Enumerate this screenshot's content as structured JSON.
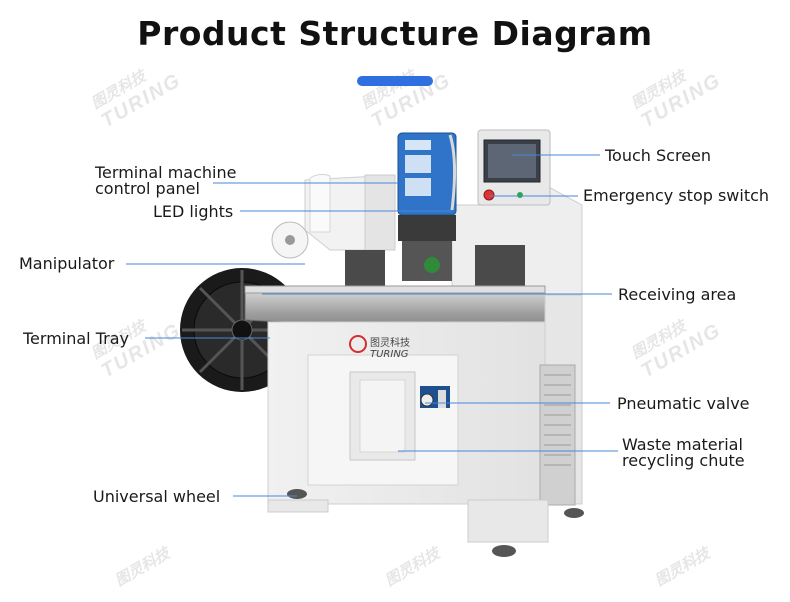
{
  "title": "Product Structure Diagram",
  "colors": {
    "accent": "#2f6fe0",
    "leader": "#4a86d6"
  },
  "watermark": {
    "cn": "图灵科技",
    "en": "TURING"
  },
  "machine_brand": {
    "cn": "图灵科技",
    "en": "TURING"
  },
  "labels": {
    "terminal_panel": [
      "Terminal machine",
      "control panel"
    ],
    "led_lights": "LED lights",
    "manipulator": "Manipulator",
    "terminal_tray": "Terminal Tray",
    "universal_wheel": "Universal wheel",
    "touch_screen": "Touch Screen",
    "emergency_stop": "Emergency stop switch",
    "receiving_area": "Receiving area",
    "pneumatic_valve": "Pneumatic valve",
    "waste_chute": [
      "Waste material",
      "recycling chute"
    ]
  }
}
